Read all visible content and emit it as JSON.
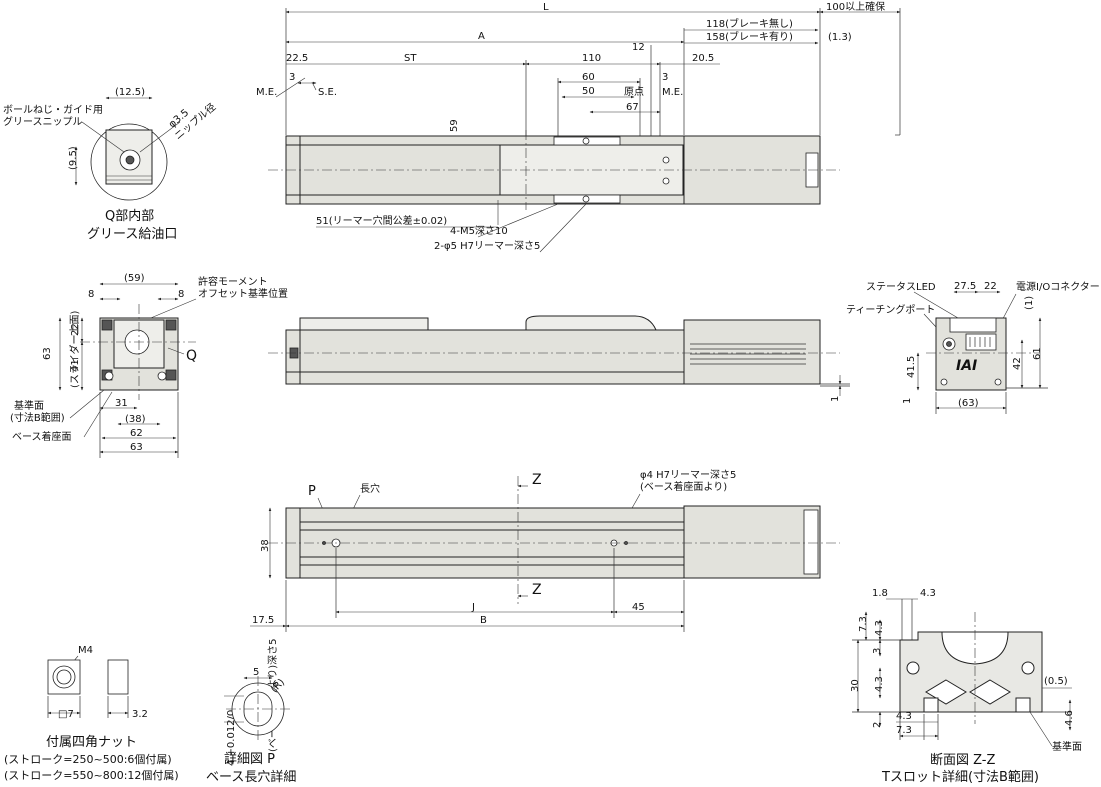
{
  "top_view": {
    "dims": {
      "L": "L",
      "A": "A",
      "ST": "ST",
      "brake_none": "118(ブレーキ無し)",
      "brake_with": "158(ブレーキ有り)",
      "clearance": "100以上確保",
      "d1_3": "(1.3)",
      "d22_5": "22.5",
      "d3_left": "3",
      "d110": "110",
      "d12": "12",
      "d20_5": "20.5",
      "d60": "60",
      "d50": "50",
      "d3_right": "3",
      "d67": "67",
      "d59": "59"
    },
    "labels": {
      "me_left": "M.E.",
      "se": "S.E.",
      "origin": "原点",
      "me_right": "M.E."
    },
    "notes": {
      "reamer_pitch": "51(リーマー穴間公差±0.02)",
      "tap": "4-M5深さ10",
      "reamer": "2-φ5 H7リーマー深さ5"
    }
  },
  "q_detail": {
    "d12_5": "(12.5)",
    "d9_5": "(9.5)",
    "nipple_dia": "φ3.5",
    "nipple_label": "ニップル径",
    "grease_nipple_1": "ボールねじ・ガイド用",
    "grease_nipple_2": "グリースニップル",
    "title_1": "Q部内部",
    "title_2": "グリース給油口"
  },
  "end_view": {
    "d59": "(59)",
    "d8_left": "8",
    "d8_right": "8",
    "moment_1": "許容モーメント",
    "moment_2": "オフセット基準位置",
    "d22": "22",
    "d63_side": "63",
    "slider_top": "(スライダー上面)",
    "d41": "41",
    "q": "Q",
    "d31": "31",
    "d38": "(38)",
    "d62": "62",
    "d63_bottom": "63",
    "ref_1": "基準面",
    "ref_2": "(寸法B範囲)",
    "base_face": "ベース着座面"
  },
  "side_view": {
    "d1": "1"
  },
  "motor_end": {
    "status_led": "ステータスLED",
    "teaching_port": "ティーチングポート",
    "connector": "電源I/Oコネクター",
    "d27_5": "27.5",
    "d22": "22",
    "d1": "(1)",
    "d41_5": "41.5",
    "d42": "42",
    "d61": "61",
    "d1_bottom": "1",
    "d63": "(63)",
    "logo": "IAI"
  },
  "bottom_view": {
    "p": "P",
    "slot": "長穴",
    "reamer_1": "φ4 H7リーマー深さ5",
    "reamer_2": "(ベース着座面より)",
    "z": "Z",
    "d38": "38",
    "d17_5": "17.5",
    "J": "J",
    "B": "B",
    "d45": "45"
  },
  "nut": {
    "m4": "M4",
    "sq7": "□7",
    "d3_2": "3.2",
    "title": "付属四角ナット",
    "stroke_a": "(ストローク=250~500:6個付属)",
    "stroke_b": "(ストローク=550~800:12個付属)"
  },
  "detail_p": {
    "tol": "4 +0.012/0",
    "depth": "(ベース着座面より)深さ5",
    "d5": "5",
    "r": "(R)",
    "title_1": "詳細図 P",
    "title_2": "ベース長穴詳細"
  },
  "section_zz": {
    "d1_8": "1.8",
    "d4_3_top": "4.3",
    "d7_3_left": "7.3",
    "d4_3_l1": "4.3",
    "d3": "3",
    "d30": "30",
    "d4_3_l2": "4.3",
    "d2": "2",
    "d4_3_bottom": "4.3",
    "d7_3_bottom": "7.3",
    "d0_5": "(0.5)",
    "d4_6": "4.6",
    "ref": "基準面",
    "title_1": "断面図 Z-Z",
    "title_2": "Tスロット詳細(寸法B範囲)"
  }
}
